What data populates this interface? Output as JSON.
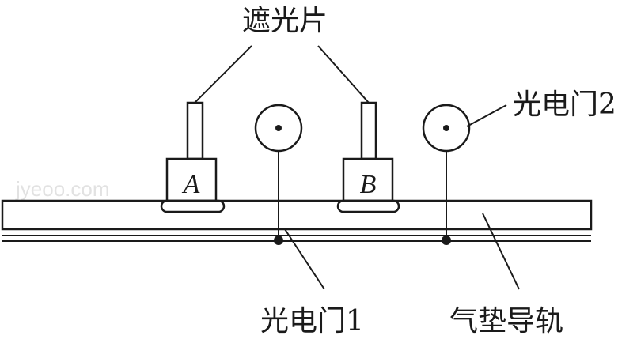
{
  "labels": {
    "shading_strips": "遮光片",
    "photogate_1": "光电门1",
    "photogate_2": "光电门2",
    "air_track": "气垫导轨"
  },
  "carts": [
    {
      "letter": "A"
    },
    {
      "letter": "B"
    }
  ],
  "watermark": "jyeoo.com",
  "colors": {
    "ink": "#1a1a1a",
    "watermark": "#e2e2e2",
    "background": "#ffffff"
  }
}
